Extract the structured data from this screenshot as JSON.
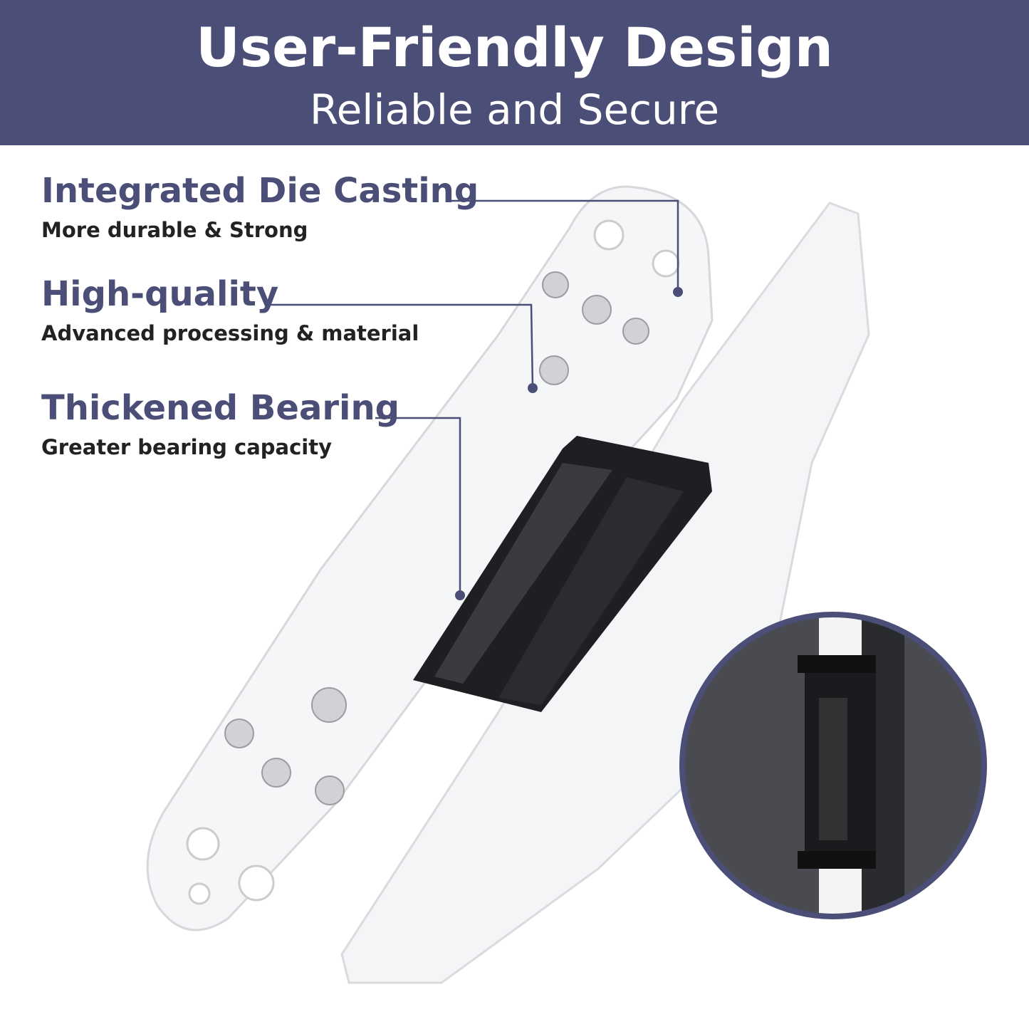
{
  "header": {
    "title": "User-Friendly Design",
    "subtitle": "Reliable and Secure"
  },
  "features": [
    {
      "title": "Integrated Die Casting",
      "subtitle": "More durable & Strong"
    },
    {
      "title": "High-quality",
      "subtitle": "Advanced processing & material"
    },
    {
      "title": "Thickened Bearing",
      "subtitle": "Greater bearing capacity"
    }
  ],
  "colors": {
    "accent": "#4b4e76",
    "hinge_body": "#1e1f22"
  }
}
